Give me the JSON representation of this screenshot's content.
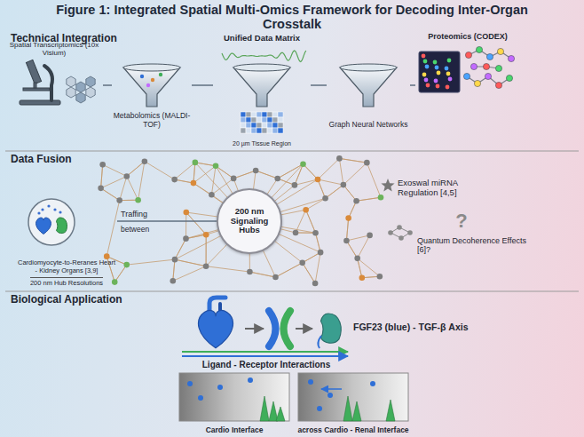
{
  "diagram": {
    "title": "Figure 1: Integrated Spatial Multi-Omics Framework for Decoding Inter-Organ Crosstalk",
    "nodes": [
      {
        "text": [
          "Technical Integration"
        ]
      },
      {
        "text": [
          "Spatial Transcriptomics (10x Visium)"
        ],
        "in": 0
      },
      {
        "text": [
          "Metabolomics (MALDI-TOF)"
        ],
        "in": 0
      },
      {
        "text": [
          "Unified Data Matrix"
        ],
        "in": 0
      },
      {
        "text": [
          "20 µm Tissue Region"
        ],
        "in": 0
      },
      {
        "text": [
          "Graph Neural Networks"
        ],
        "in": 0
      },
      {
        "text": [
          "Proteomics (CODEX)"
        ],
        "in": 0
      },
      {
        "text": [
          "Data Fusion"
        ]
      },
      {
        "text": [
          "Cardiomyocyte-to-Reranes Heart - Kidney Organs [3,9]",
          "200 nm Hub Resolutions"
        ],
        "in": 7
      },
      {
        "text": [
          "200 nm Signaling Hubs"
        ],
        "in": 7
      },
      {
        "text": [
          "Biological Application"
        ]
      },
      {
        "text": [
          "Cardio Interface"
        ],
        "in": 10
      },
      {
        "text": [
          "across Cardio - Renal Interface"
        ],
        "in": 10
      }
    ],
    "edges": [
      {
        "from": 1,
        "to": 2,
        "arrow": "none"
      },
      {
        "from": 2,
        "to": 3,
        "arrow": "none"
      },
      {
        "from": 3,
        "to": 5,
        "arrow": "none"
      },
      {
        "from": 5,
        "to": 6,
        "arrow": "none"
      },
      {
        "from": 8,
        "to": 9,
        "arrow": "none"
      }
    ],
    "labels": [
      "Traffing",
      "between",
      "Exoswal miRNA Regulation [4,5]",
      "?",
      "Quantum Decoherence Effects [6]?",
      "FGF23 (blue) - TGF-β Axis",
      "Ligand - Receptor Interactions"
    ]
  }
}
